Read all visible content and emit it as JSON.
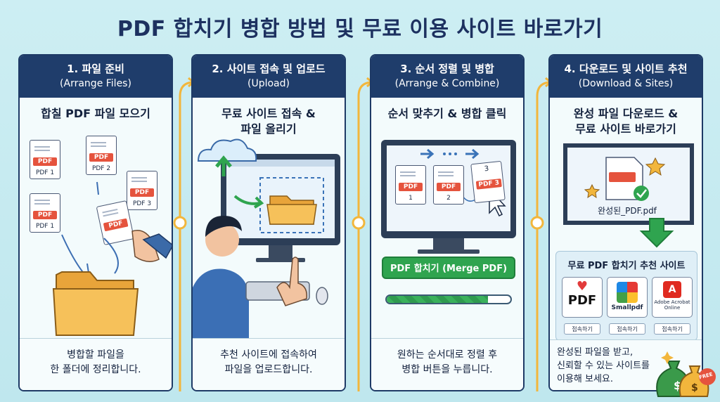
{
  "title": "PDF 합치기 병합 방법 및 무료 이용 사이트 바로가기",
  "steps": [
    {
      "heading": "1. 파일 준비",
      "heading_en": "(Arrange Files)",
      "subtitle": "합칠 PDF 파일 모으기",
      "docs": [
        "PDF 1",
        "PDF 2",
        "PDF 3",
        "PDF 1"
      ],
      "footer_line1": "병합할 파일을",
      "footer_line2": "한 폴더에 정리합니다."
    },
    {
      "heading": "2. 사이트 접속 및 업로드",
      "heading_en": "(Upload)",
      "subtitle_line1": "무료 사이트 접속 &",
      "subtitle_line2": "파일 올리기",
      "footer_line1": "추천 사이트에 접속하여",
      "footer_line2": "파일을 업로드합니다."
    },
    {
      "heading": "3. 순서 정렬 및 병합",
      "heading_en": "(Arrange & Combine)",
      "subtitle": "순서 맞추기 & 병합 클릭",
      "docs": [
        "1",
        "2",
        "PDF 3"
      ],
      "order_num": "3",
      "merge_button": "PDF 합치기 (Merge PDF)",
      "progress": 0.82,
      "footer_line1": "원하는 순서대로 정렬 후",
      "footer_line2": "병합 버튼을 누릅니다."
    },
    {
      "heading": "4. 다운로드 및 사이트 추천",
      "heading_en": "(Download & Sites)",
      "subtitle_line1": "완성 파일 다운로드 &",
      "subtitle_line2": "무료 사이트 바로가기",
      "file_name": "완성된_PDF.pdf",
      "sites_title": "무료 PDF 합치기 추천 사이트",
      "sites": [
        {
          "name": "PDF",
          "link": "접속하기"
        },
        {
          "name": "Smallpdf",
          "link": "접속하기"
        },
        {
          "name": "Adobe Acrobat Online",
          "link": "접속하기"
        }
      ],
      "footer_line1": "완성된 파일을 받고,",
      "footer_line2": "신뢰할 수 있는 사이트를",
      "footer_line3": "이용해 보세요.",
      "free_badge": "FREE"
    }
  ],
  "doc_tag": "PDF",
  "colors": {
    "header": "#1f3d6b",
    "accent_orange": "#f2b63c",
    "pdf_red": "#e5533d",
    "green": "#2fa44f"
  }
}
